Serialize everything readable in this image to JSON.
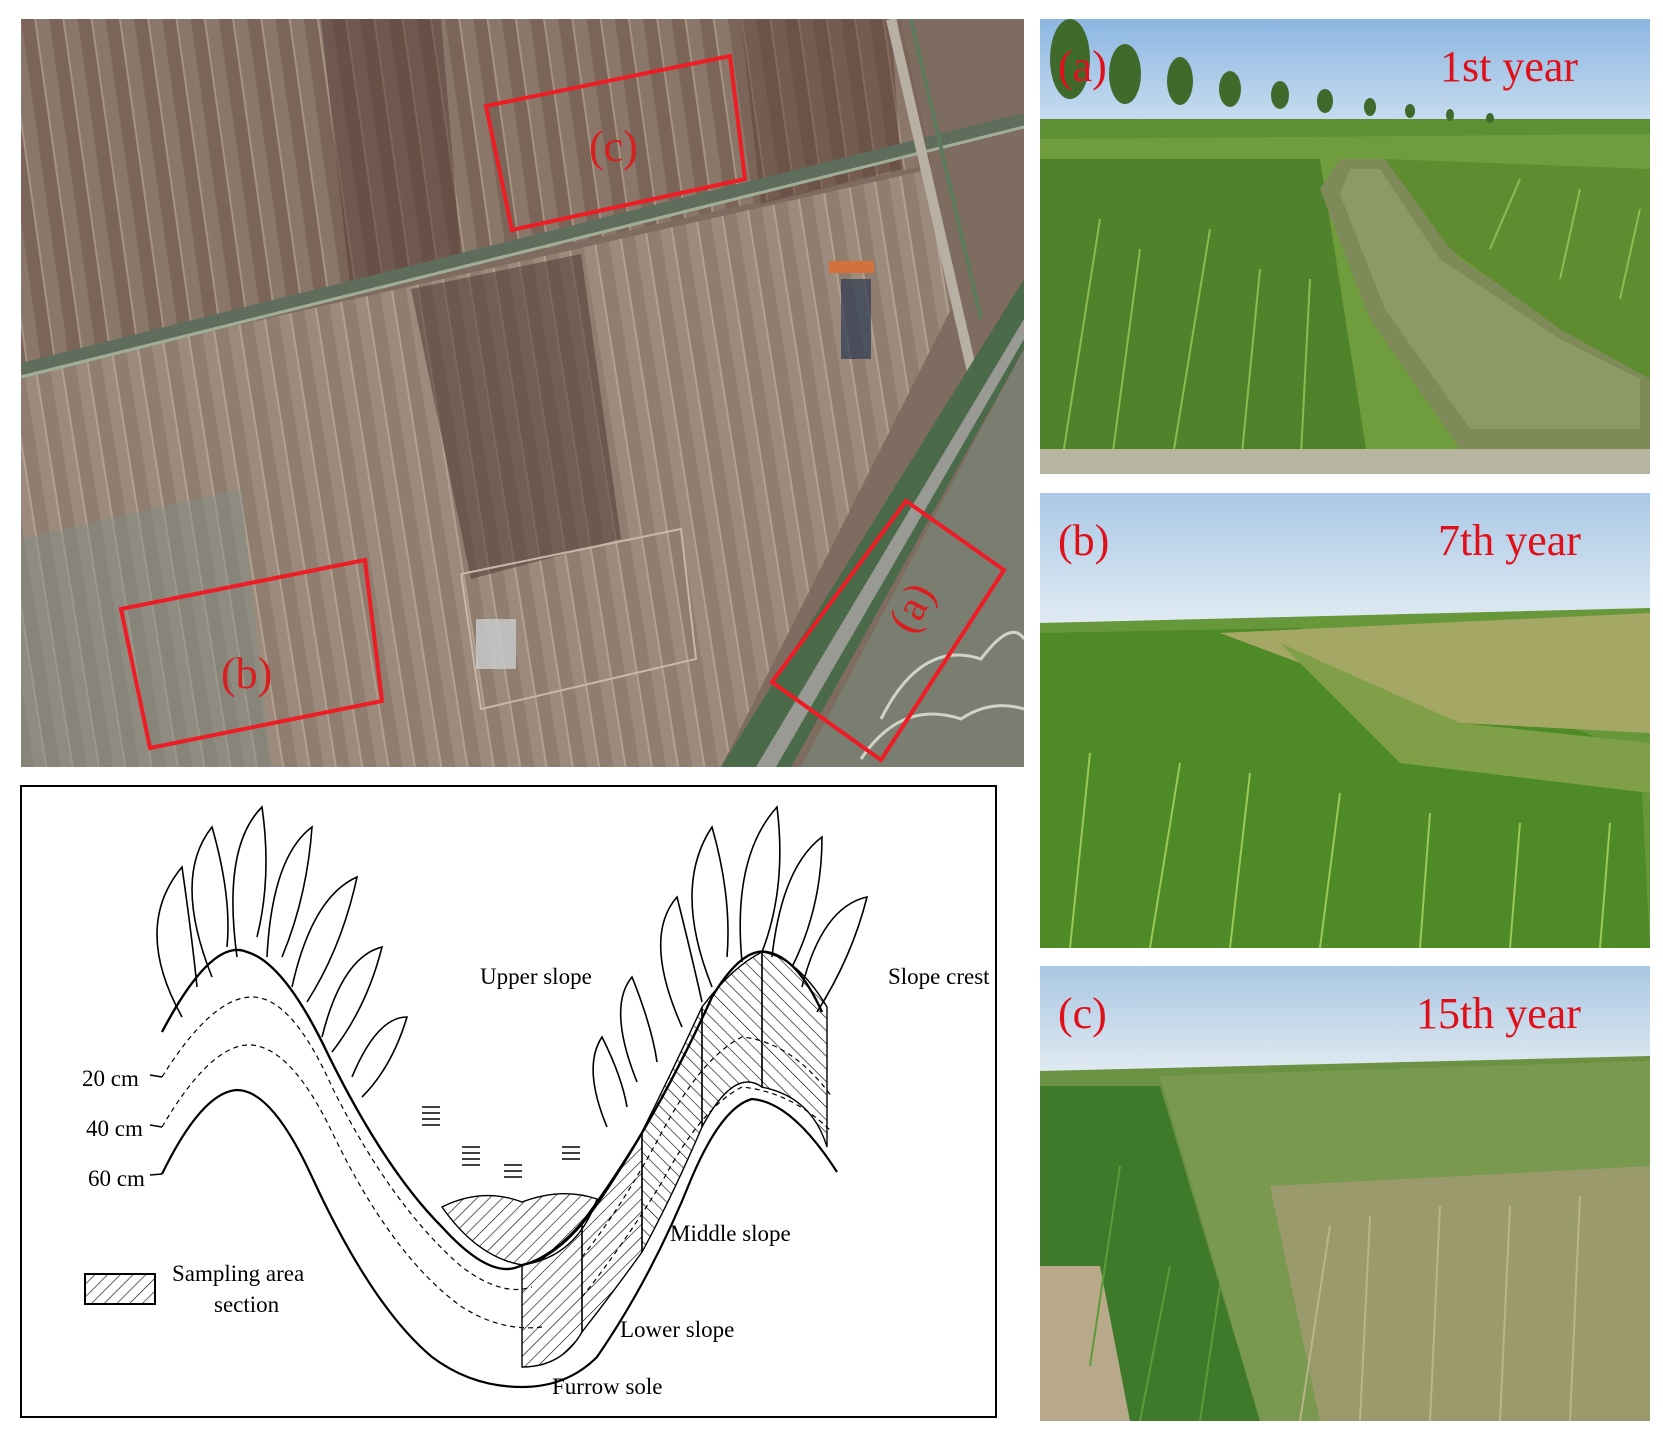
{
  "map": {
    "boxes": [
      {
        "id": "a",
        "label": "(a)"
      },
      {
        "id": "b",
        "label": "(b)"
      },
      {
        "id": "c",
        "label": "(c)"
      }
    ]
  },
  "photos": [
    {
      "tag": "(a)",
      "year": "1st year"
    },
    {
      "tag": "(b)",
      "year": "7th year"
    },
    {
      "tag": "(c)",
      "year": "15th year"
    }
  ],
  "diagram": {
    "depths": [
      "20 cm",
      "40 cm",
      "60 cm"
    ],
    "positions": {
      "upper": "Upper slope",
      "crest": "Slope crest",
      "middle": "Middle slope",
      "lower": "Lower slope",
      "sole": "Furrow sole"
    },
    "legend": {
      "line1": "Sampling area",
      "line2": "section"
    }
  },
  "colors": {
    "label_red": "#e0101a",
    "box_red": "#ee1c24",
    "sky": "#b9d3ea",
    "grass": "#4f8a2a",
    "field": "#7d6a5e"
  }
}
